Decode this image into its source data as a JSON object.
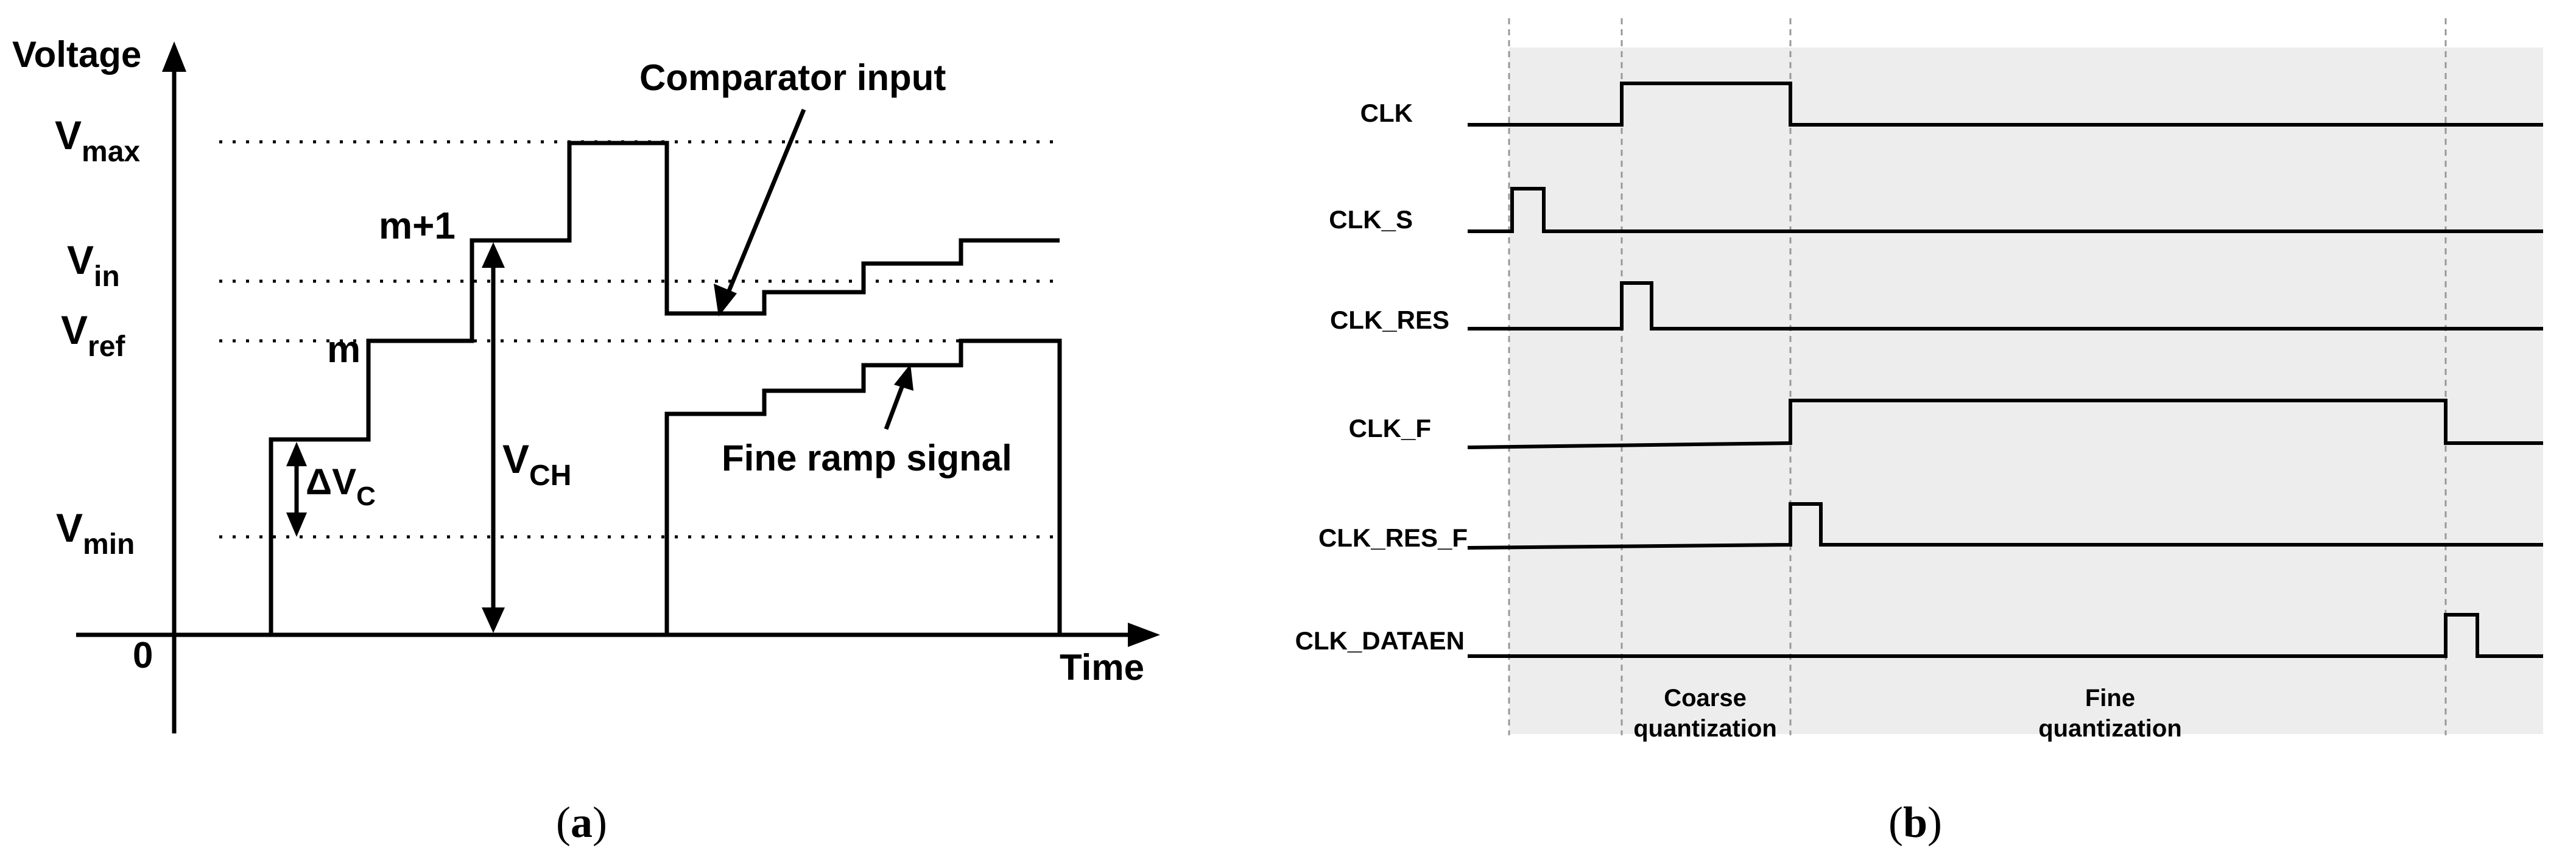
{
  "panel_a": {
    "caption_open": "(",
    "caption_letter": "a",
    "caption_close": ")",
    "y_axis_label": "Voltage",
    "x_axis_label": "Time",
    "origin_label": "0",
    "levels": {
      "vmax": {
        "base": "V",
        "sub": "max"
      },
      "vin": {
        "base": "V",
        "sub": "in"
      },
      "vref": {
        "base": "V",
        "sub": "ref"
      },
      "vmin": {
        "base": "V",
        "sub": "min"
      }
    },
    "step_label_m": "m",
    "step_label_m1": "m+1",
    "vch": {
      "base": "V",
      "sub": "CH"
    },
    "dvc": {
      "base": "ΔV",
      "sub": "C"
    },
    "annotation_comparator": "Comparator input",
    "annotation_fine_ramp": "Fine ramp signal"
  },
  "panel_b": {
    "caption_open": "(",
    "caption_letter": "b",
    "caption_close": ")",
    "signals": [
      {
        "name": "CLK"
      },
      {
        "name": "CLK_S"
      },
      {
        "name": "CLK_RES"
      },
      {
        "name": "CLK_F"
      },
      {
        "name": "CLK_RES_F"
      },
      {
        "name": "CLK_DATAEN"
      }
    ],
    "phase_coarse_line1": "Coarse",
    "phase_coarse_line2": "quantization",
    "phase_fine_line1": "Fine",
    "phase_fine_line2": "quantization"
  }
}
